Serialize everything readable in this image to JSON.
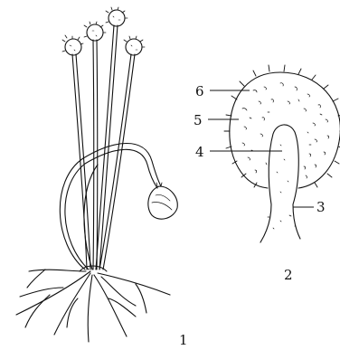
{
  "figure": {
    "labels": {
      "fig1": "1",
      "fig2": "2",
      "part3": "3",
      "part4": "4",
      "part5": "5",
      "part6": "6"
    },
    "colors": {
      "ink": "#111111",
      "background": "#ffffff"
    }
  }
}
